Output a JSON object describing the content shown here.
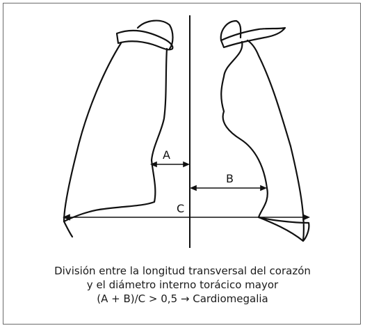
{
  "diagram": {
    "labels": {
      "a": "A",
      "b": "B",
      "c": "C"
    },
    "caption": {
      "line1": "División entre la longitud transversal del corazón",
      "line2": "y el diámetro interno torácico mayor",
      "line3": "(A + B)/C > 0,5 → Cardiomegalia"
    },
    "colors": {
      "stroke": "#111111",
      "border": "#6a6a6a",
      "text": "#1a1a1a"
    }
  }
}
